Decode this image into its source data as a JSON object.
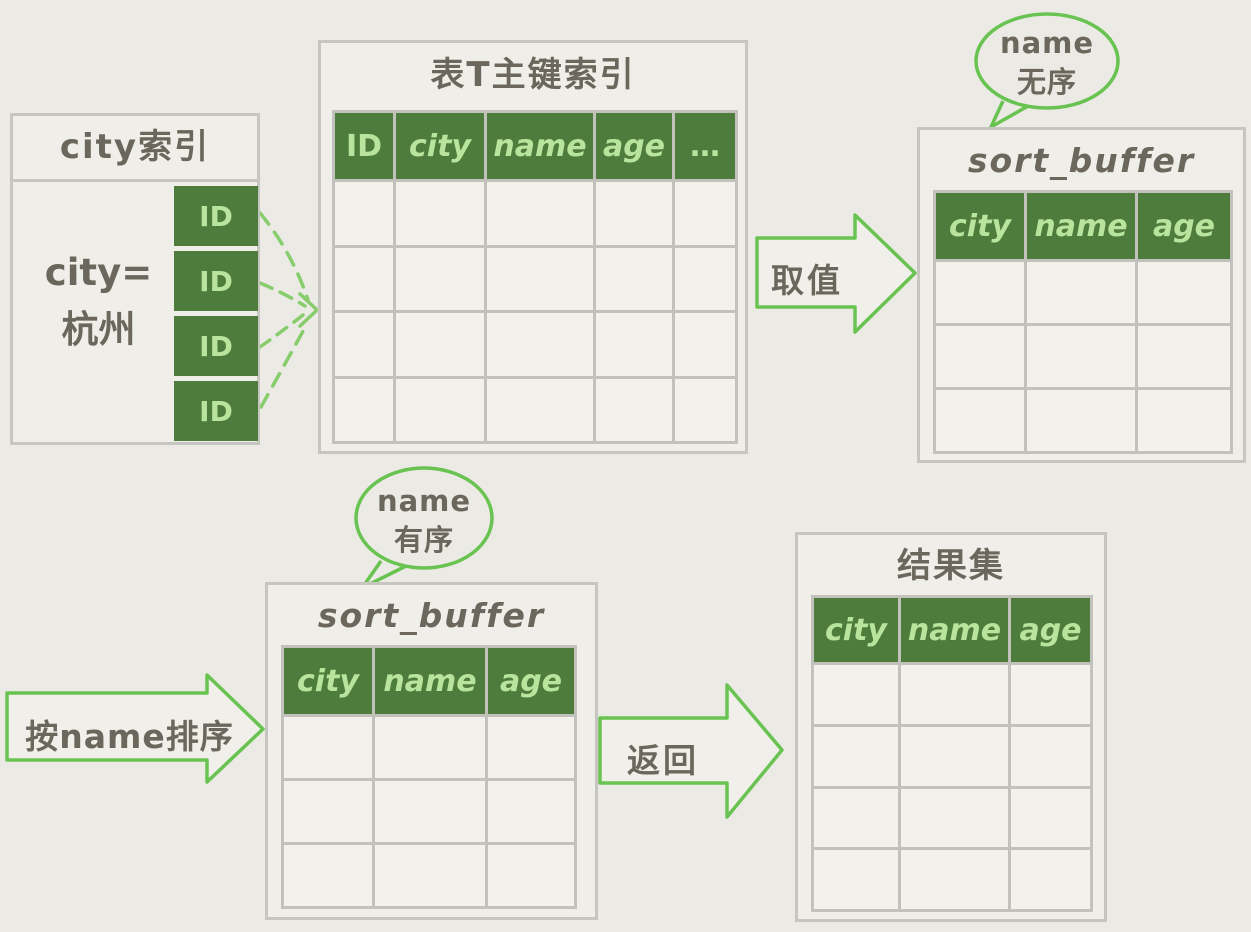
{
  "colors": {
    "background": "#eceae5",
    "table_fill": "#f2f1ec",
    "border_gray": "#c6c5c0",
    "header_green": "#4e7c3c",
    "header_text_green": "#b9e49e",
    "accent_green": "#68c351",
    "dashed_green": "#87cd6c",
    "ink": "#6b675c"
  },
  "city_index": {
    "title": "city索引",
    "condition_line1": "city=",
    "condition_line2": "杭州",
    "id_cells": [
      "ID",
      "ID",
      "ID",
      "ID"
    ]
  },
  "primary_key_table": {
    "title": "表T主键索引",
    "columns": [
      "ID",
      "city",
      "name",
      "age",
      "…"
    ],
    "empty_rows": 4
  },
  "sort_buffer_top": {
    "title": "sort_buffer",
    "columns": [
      "city",
      "name",
      "age"
    ],
    "empty_rows": 3,
    "bubble_line1": "name",
    "bubble_line2": "无序"
  },
  "sort_buffer_bottom": {
    "title": "sort_buffer",
    "columns": [
      "city",
      "name",
      "age"
    ],
    "empty_rows": 3,
    "bubble_line1": "name",
    "bubble_line2": "有序"
  },
  "result_set": {
    "title": "结果集",
    "columns": [
      "city",
      "name",
      "age"
    ],
    "empty_rows": 4
  },
  "arrows": {
    "fetch": "取值",
    "sort_by_name": "按name排序",
    "return": "返回"
  }
}
